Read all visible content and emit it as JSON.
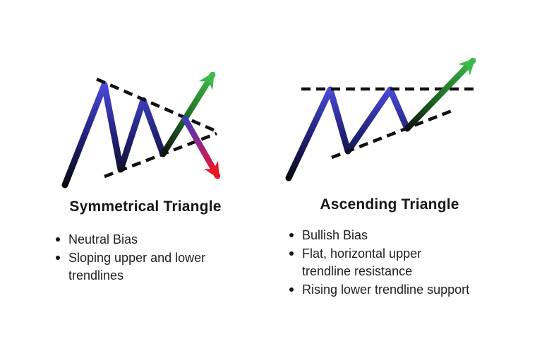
{
  "colors": {
    "background": "#ffffff",
    "heading_text": "#161616",
    "body_text": "#1f1f1f",
    "dash_black": "#111111",
    "blue_bright": "#4a4ad8",
    "blue_mid": "#22227a",
    "line_black": "#0a0a12",
    "green_bright": "#3cb94a",
    "green_mid": "#1d6b24",
    "green_dark": "#0e130e",
    "indigo_start": "#3d3dbb",
    "purple_mid": "#7c2c95",
    "magenta_mid": "#bf1d60",
    "red_bright": "#e9191f"
  },
  "left_panel": {
    "title": "Symmetrical Triangle",
    "bullets": [
      "Neutral Bias",
      "Sloping upper and lower\ntrendlines"
    ]
  },
  "right_panel": {
    "title": "Ascending Triangle",
    "bullets": [
      "Bullish Bias",
      "Flat, horizontal upper\ntrendline resistance",
      "Rising lower trendline support"
    ]
  }
}
